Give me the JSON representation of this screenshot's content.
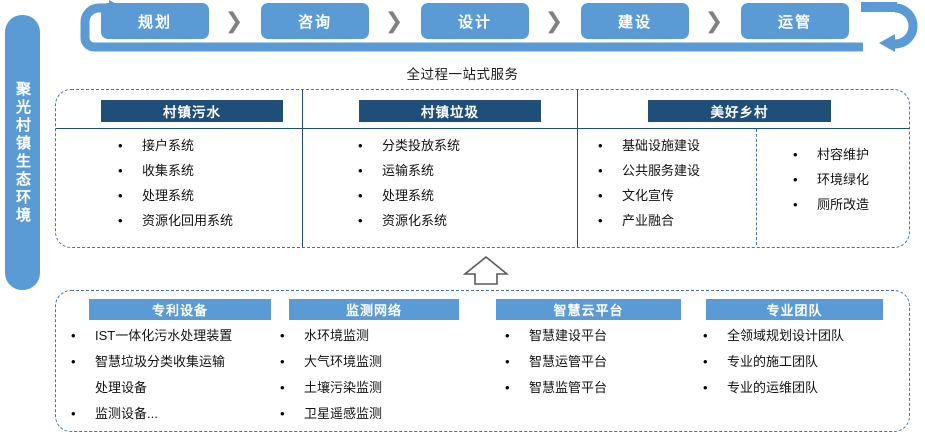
{
  "side_banner": {
    "label": "聚光村镇生态环境"
  },
  "process_chain": {
    "loop_icon": "circular-loop-arrow",
    "separator_icon": "chevron-right-icon",
    "steps": [
      {
        "label": "规划"
      },
      {
        "label": "咨询"
      },
      {
        "label": "设计"
      },
      {
        "label": "建设"
      },
      {
        "label": "运管"
      }
    ]
  },
  "tagline": {
    "text": "全过程一站式服务"
  },
  "flow_arrow": {
    "icon": "up-arrow-icon"
  },
  "services_panel": {
    "columns": [
      {
        "header": "村镇污水",
        "items": [
          "接户系统",
          "收集系统",
          "处理系统",
          "资源化回用系统"
        ]
      },
      {
        "header": "村镇垃圾",
        "items": [
          "分类投放系统",
          "运输系统",
          "处理系统",
          "资源化系统"
        ]
      },
      {
        "header": "美好乡村",
        "items": [
          "基础设施建设",
          "公共服务建设",
          "文化宣传",
          "产业融合"
        ],
        "sub_items": [
          "村容维护",
          "环境绿化",
          "厕所改造"
        ]
      }
    ]
  },
  "capabilities_panel": {
    "columns": [
      {
        "header": "专利设备",
        "items": [
          {
            "text": "IST一体化污水处理装置",
            "bullet": true
          },
          {
            "text": "智慧垃圾分类收集运输",
            "bullet": true
          },
          {
            "text": "处理设备",
            "bullet": false
          },
          {
            "text": "监测设备...",
            "bullet": true
          }
        ]
      },
      {
        "header": "监测网络",
        "items": [
          {
            "text": "水环境监测",
            "bullet": true
          },
          {
            "text": "大气环境监测",
            "bullet": true
          },
          {
            "text": "土壤污染监测",
            "bullet": true
          },
          {
            "text": "卫星遥感监测",
            "bullet": true
          }
        ]
      },
      {
        "header": "智慧云平台",
        "items": [
          {
            "text": "智慧建设平台",
            "bullet": true
          },
          {
            "text": "智慧运管平台",
            "bullet": true
          },
          {
            "text": "智慧监管平台",
            "bullet": true
          }
        ]
      },
      {
        "header": "专业团队",
        "items": [
          {
            "text": "全领域规划设计团队",
            "bullet": true
          },
          {
            "text": "专业的施工团队",
            "bullet": true
          },
          {
            "text": "专业的运维团队",
            "bullet": true
          }
        ]
      }
    ]
  },
  "colors": {
    "accent_light": "#5B9BD5",
    "accent_dark": "#1F4E79",
    "dash_border": "#4472A8",
    "chevron_gray": "#808080"
  }
}
